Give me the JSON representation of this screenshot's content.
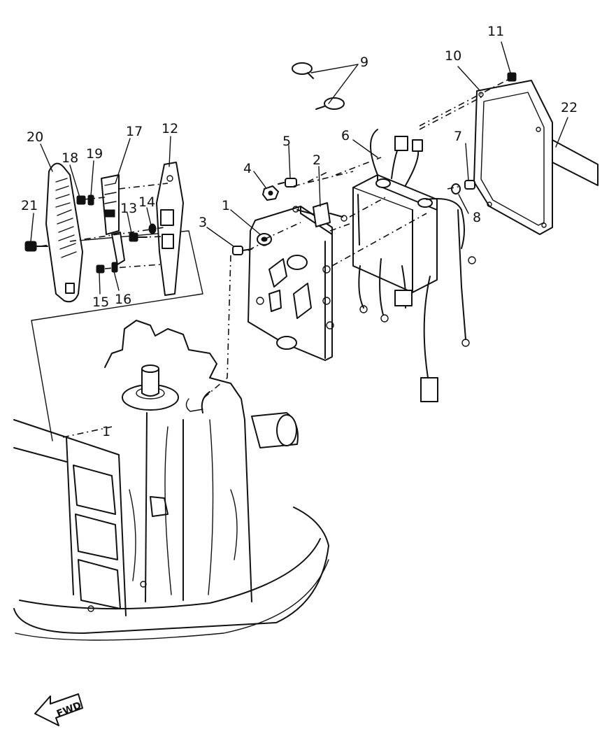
{
  "callouts": [
    {
      "id": "1",
      "label": "1"
    },
    {
      "id": "2",
      "label": "2"
    },
    {
      "id": "3",
      "label": "3"
    },
    {
      "id": "4",
      "label": "4"
    },
    {
      "id": "5",
      "label": "5"
    },
    {
      "id": "6",
      "label": "6"
    },
    {
      "id": "7",
      "label": "7"
    },
    {
      "id": "8",
      "label": "8"
    },
    {
      "id": "9",
      "label": "9"
    },
    {
      "id": "10",
      "label": "10"
    },
    {
      "id": "11",
      "label": "11"
    },
    {
      "id": "12",
      "label": "12"
    },
    {
      "id": "13",
      "label": "13"
    },
    {
      "id": "14",
      "label": "14"
    },
    {
      "id": "15",
      "label": "15"
    },
    {
      "id": "16",
      "label": "16"
    },
    {
      "id": "17",
      "label": "17"
    },
    {
      "id": "18",
      "label": "18"
    },
    {
      "id": "19",
      "label": "19"
    },
    {
      "id": "20",
      "label": "20"
    },
    {
      "id": "21",
      "label": "21"
    },
    {
      "id": "22",
      "label": "22"
    }
  ],
  "engine_marker": "1",
  "fwd_indicator": {
    "label": "FWD",
    "icon": "forward-arrow-icon"
  }
}
